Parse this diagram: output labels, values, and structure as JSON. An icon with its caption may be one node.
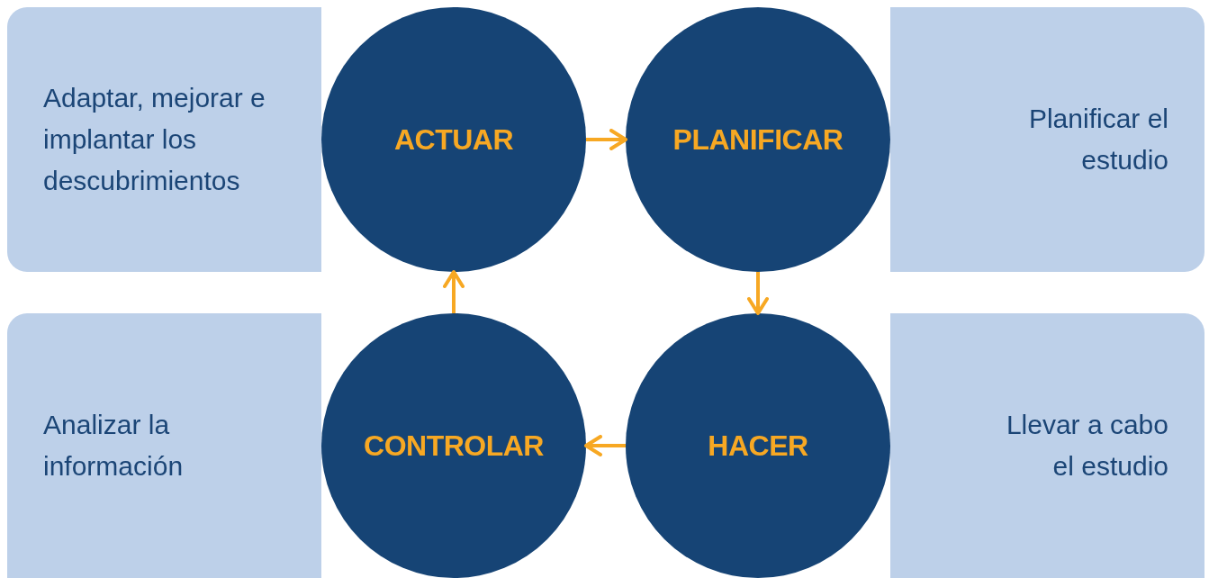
{
  "diagram": {
    "nodes": [
      {
        "text": [
          "Adaptar, mejorar e implantar los descubrimientos"
        ]
      },
      {
        "text": [
          "ACTUAR"
        ]
      },
      {
        "text": [
          "PLANIFICAR"
        ]
      },
      {
        "text": [
          "Planificar el estudio"
        ]
      },
      {
        "text": [
          "Analizar la información"
        ]
      },
      {
        "text": [
          "CONTROLAR"
        ]
      },
      {
        "text": [
          "HACER"
        ]
      },
      {
        "text": [
          "Llevar a cabo el estudio"
        ]
      }
    ],
    "edges": [
      {
        "from": 1,
        "to": 2,
        "arrow": "to"
      },
      {
        "from": 2,
        "to": 6,
        "arrow": "to"
      },
      {
        "from": 6,
        "to": 5,
        "arrow": "to"
      },
      {
        "from": 5,
        "to": 1,
        "arrow": "to"
      }
    ]
  }
}
